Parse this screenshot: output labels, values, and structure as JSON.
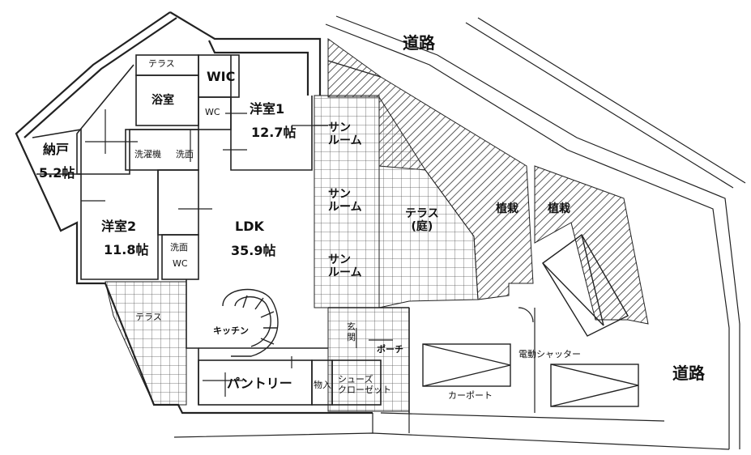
{
  "rooms": {
    "road_top": "道路",
    "road_right": "道路",
    "terrace_top": "テラス",
    "wic": "WIC",
    "bath": "浴室",
    "wc_upper": "WC",
    "western1_name": "洋室1",
    "western1_size": "12.7帖",
    "storage_name": "納戸",
    "storage_size": "5.2帖",
    "washer": "洗濯機",
    "washroom_upper": "洗面",
    "western2_name": "洋室2",
    "western2_size": "11.8帖",
    "washroom_lower": "洗面",
    "wc_lower": "WC",
    "ldk_name": "LDK",
    "ldk_size": "35.9帖",
    "sunroom1": "サン\nルーム",
    "sunroom2": "サン\nルーム",
    "sunroom3": "サン\nルーム",
    "terrace_garden": "テラス\n(庭)",
    "planting1": "植栽",
    "planting2": "植栽",
    "terrace_left": "テラス",
    "kitchen": "キッチン",
    "entrance": "玄\n関",
    "porch": "ポーチ",
    "pantry": "パントリー",
    "closet": "物入",
    "shoes_closet": "シューズ\nクローゼット",
    "carport": "カーポート",
    "shutter": "電動シャッター"
  },
  "colors": {
    "line": "#222222",
    "hatch": "#333333",
    "grid": "#555555",
    "background": "#ffffff"
  }
}
